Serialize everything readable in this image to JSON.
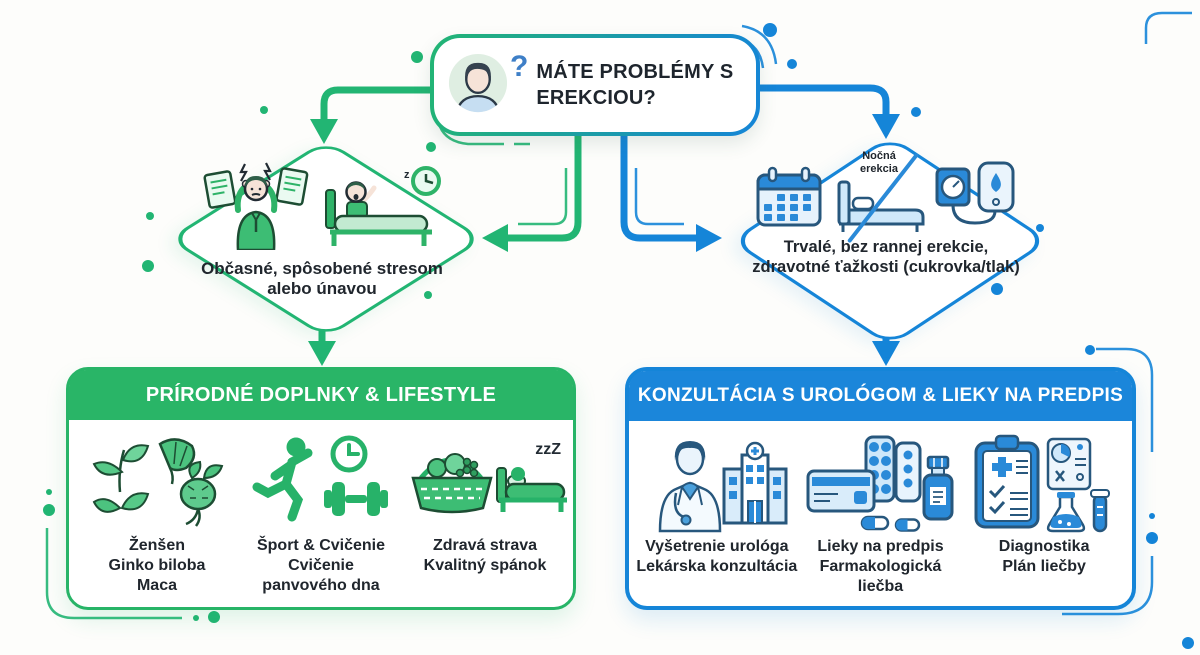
{
  "colors": {
    "green": "#22b573",
    "blue": "#1585d8",
    "text_dark": "#20262d",
    "white": "#ffffff"
  },
  "start": {
    "question": "MÁTE PROBLÉMY S EREKCIOU?",
    "question_mark": "?"
  },
  "branch_left": {
    "label": "Občasné, spôsobené stresom alebo únavou",
    "sleep_z": "z"
  },
  "branch_right": {
    "label": "Trvalé, bez rannej erekcie, zdravotné ťažkosti (cukrovka/tlak)",
    "crossed_out_label": "Nočná\nerekcia"
  },
  "outcome_left": {
    "title": "PRÍRODNÉ DOPLNKY & LIFESTYLE",
    "items": [
      {
        "icon": "herbs-icon",
        "caption": "Ženšen\nGinko biloba\nMaca"
      },
      {
        "icon": "sport-icon",
        "caption": "Šport & Cvičenie\nCvičenie\npanvového dna"
      },
      {
        "icon": "food-sleep-icon",
        "icon_text": "zzZ",
        "caption": "Zdravá strava\nKvalitný spánok"
      }
    ]
  },
  "outcome_right": {
    "title": "KONZULTÁCIA S UROLÓGOM & LIEKY NA PREDPIS",
    "items": [
      {
        "icon": "urologist-icon",
        "caption": "Vyšetrenie urológa\nLekárska konzultácia"
      },
      {
        "icon": "medication-icon",
        "caption": "Lieky na predpis\nFarmakologická liečba"
      },
      {
        "icon": "diagnostics-icon",
        "caption": "Diagnostika\nPlán liečby"
      }
    ]
  }
}
